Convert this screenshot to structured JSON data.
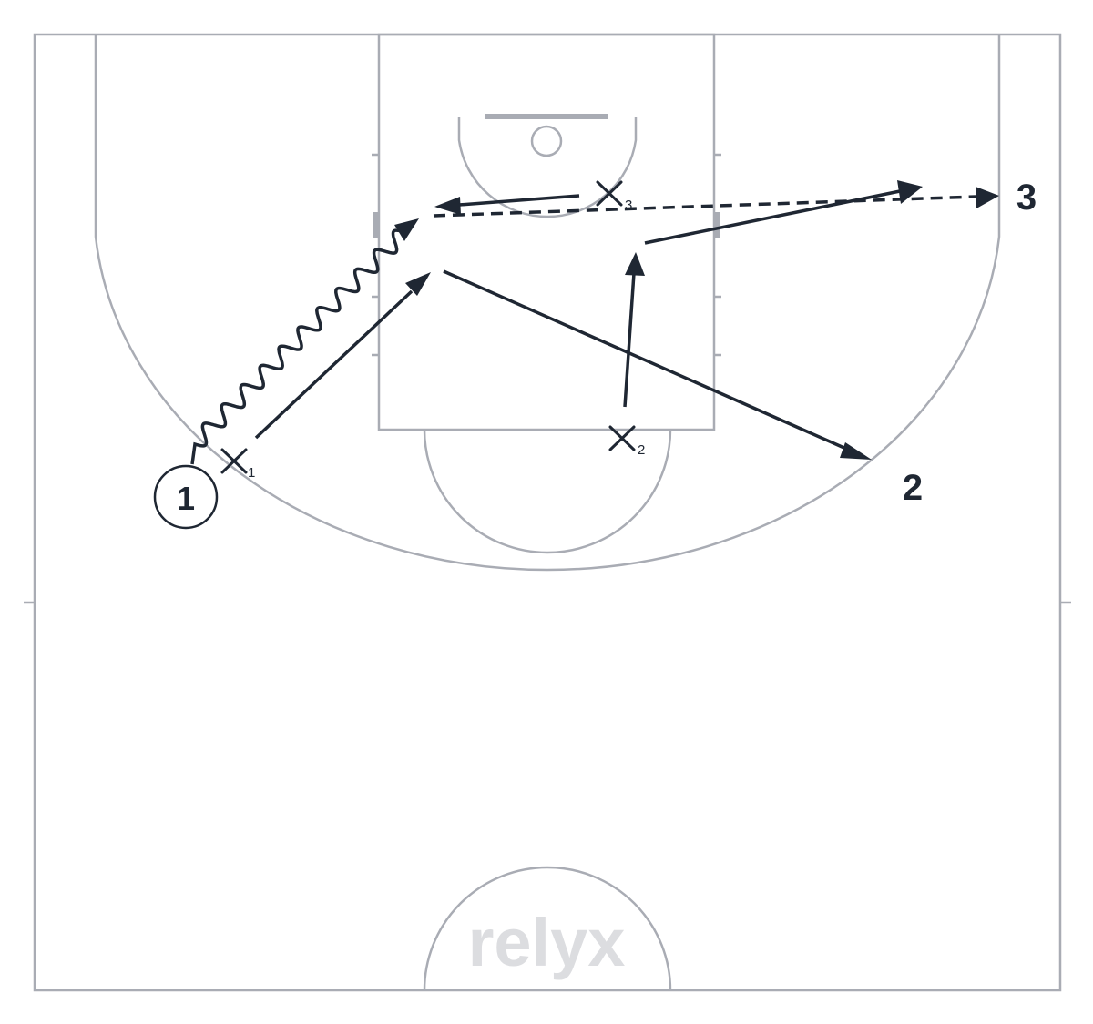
{
  "offense": [
    {
      "number": "1"
    },
    {
      "number": "2"
    },
    {
      "number": "3"
    }
  ],
  "defense": [
    {
      "subscript": "1"
    },
    {
      "subscript": "2"
    },
    {
      "subscript": "3"
    }
  ],
  "logo": {
    "text": "relyx"
  },
  "colors": {
    "court_lines": "#a9acb4",
    "markings": "#1f2733",
    "logo": "#dcdde0",
    "background": "#ffffff"
  }
}
